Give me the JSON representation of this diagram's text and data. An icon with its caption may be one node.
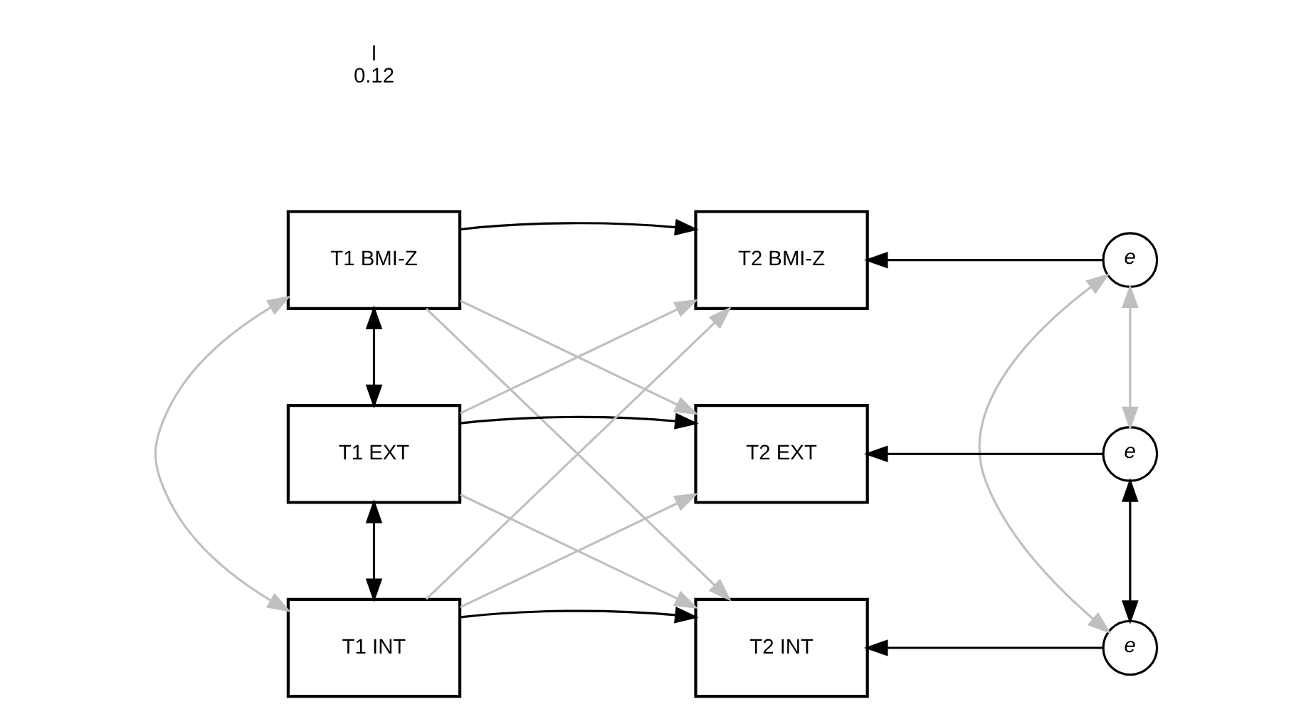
{
  "diagram": {
    "nodes": [
      {
        "text": [
          "T1 BMI-Z"
        ]
      },
      {
        "text": [
          "T1 EXT"
        ]
      },
      {
        "text": [
          "T1 INT"
        ]
      },
      {
        "text": [
          "T2 BMI-Z"
        ]
      },
      {
        "text": [
          "T2 EXT"
        ]
      },
      {
        "text": [
          "T2 INT"
        ]
      },
      {
        "text": [
          "e"
        ]
      },
      {
        "text": [
          "e"
        ]
      },
      {
        "text": [
          "e"
        ]
      }
    ],
    "edges": [
      {
        "from": 0,
        "to": 3,
        "arrow": "to"
      },
      {
        "from": 0,
        "to": 4,
        "arrow": "to",
        "color": "#bfbfbf"
      },
      {
        "from": 0,
        "to": 5,
        "arrow": "to",
        "color": "#bfbfbf"
      },
      {
        "from": 1,
        "to": 3,
        "arrow": "to",
        "color": "#bfbfbf"
      },
      {
        "from": 1,
        "to": 4,
        "arrow": "to"
      },
      {
        "from": 1,
        "to": 5,
        "arrow": "to",
        "color": "#bfbfbf"
      },
      {
        "from": 2,
        "to": 3,
        "arrow": "to",
        "color": "#bfbfbf"
      },
      {
        "from": 2,
        "to": 4,
        "arrow": "to",
        "color": "#bfbfbf"
      },
      {
        "from": 2,
        "to": 5,
        "arrow": "to"
      },
      {
        "from": 6,
        "to": 3,
        "arrow": "to"
      },
      {
        "from": 7,
        "to": 4,
        "arrow": "to"
      },
      {
        "from": 8,
        "to": 5,
        "arrow": "to"
      },
      {
        "from": 0,
        "to": 1,
        "arrow": "both"
      },
      {
        "from": 1,
        "to": 2,
        "arrow": "both"
      },
      {
        "from": 0,
        "to": 2,
        "arrow": "both",
        "color": "#bfbfbf"
      },
      {
        "from": 6,
        "to": 7,
        "arrow": "both",
        "color": "#bfbfbf"
      },
      {
        "from": 7,
        "to": 8,
        "arrow": "both"
      },
      {
        "from": 6,
        "to": 8,
        "arrow": "both",
        "color": "#bfbfbf"
      }
    ],
    "labels": [
      "l",
      "0.12"
    ]
  }
}
